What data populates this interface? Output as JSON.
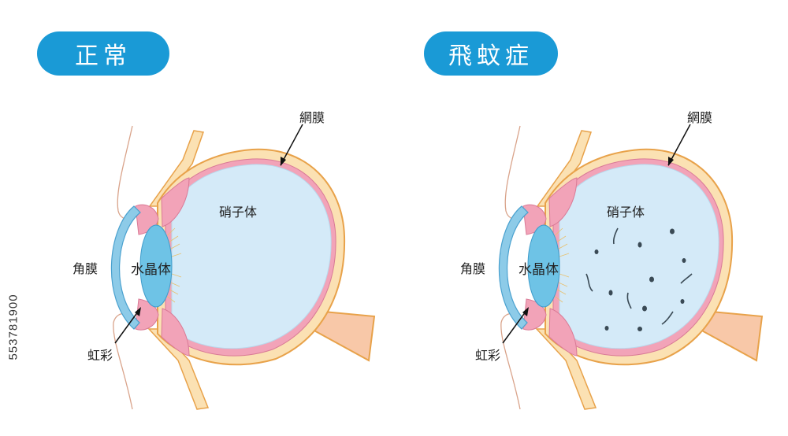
{
  "panels": [
    {
      "title": "正常",
      "labels": {
        "cornea": "角膜",
        "lens": "水晶体",
        "vitreous": "硝子体",
        "retina": "網膜",
        "iris": "虹彩"
      },
      "floaters": false
    },
    {
      "title": "飛蚊症",
      "labels": {
        "cornea": "角膜",
        "lens": "水晶体",
        "vitreous": "硝子体",
        "retina": "網膜",
        "iris": "虹彩"
      },
      "floaters": true
    }
  ],
  "stock_id": "553781900",
  "colors": {
    "pill": "#1a9ad6",
    "sclera": "#fbe1b3",
    "sclera_stroke": "#e8a24a",
    "choroid": "#f2a3b8",
    "vitreous": "#d4eaf8",
    "lens": "#6ec3e6",
    "nerve": "#f8c8a8",
    "floater": "#3a4a55"
  }
}
